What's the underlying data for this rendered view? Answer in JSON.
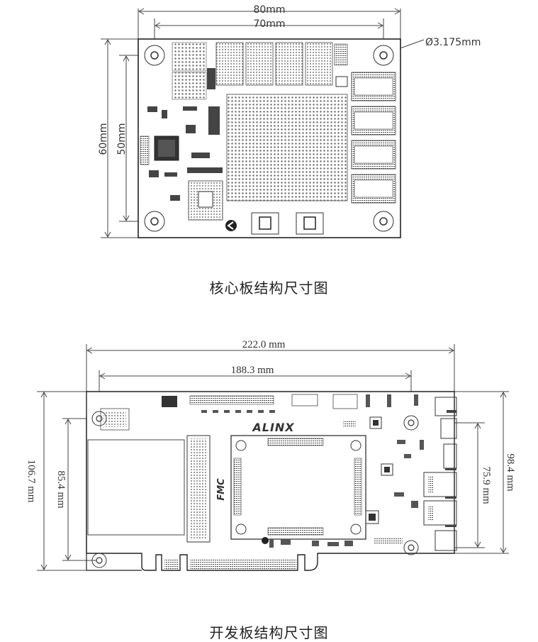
{
  "core_board": {
    "caption": "核心板结构尺寸图",
    "dim_width_outer": "80mm",
    "dim_width_inner": "70mm",
    "dim_height_outer": "60mm",
    "dim_height_inner": "50mm",
    "dim_hole": "Ø3.175mm"
  },
  "dev_board": {
    "caption": "开发板结构尺寸图",
    "dim_width_outer": "222.0 mm",
    "dim_width_inner": "188.3 mm",
    "dim_left_outer": "106.7 mm",
    "dim_left_inner": "85.4 mm",
    "dim_right_outer": "98.4 mm",
    "dim_right_inner": "75.9 mm",
    "brand_label": "ALINX",
    "fmc_label": "FMC"
  },
  "colors": {
    "board_fill": "#ffffff",
    "board_stroke": "#222222",
    "dim_line": "#444444",
    "component_dark": "#333333"
  }
}
